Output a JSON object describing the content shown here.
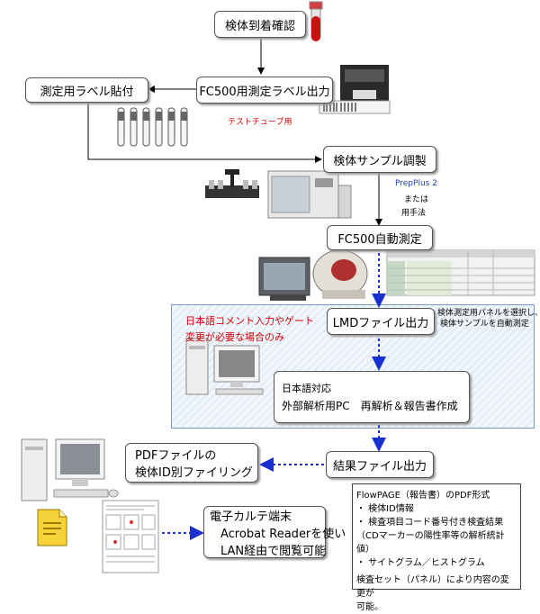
{
  "nodes": {
    "sample_arrival": "検体到着確認",
    "fc500_label_output": "FC500用測定ラベル出力",
    "label_attach": "測定用ラベル貼付",
    "sample_prep": "検体サンプル調製",
    "fc500_measure": "FC500自動測定",
    "lmd_output": "LMDファイル出力",
    "external_pc_line1": "日本語対応",
    "external_pc_line2": "外部解析用PC　再解析＆報告書作成",
    "result_output": "結果ファイル出力",
    "pdf_filing_line1": "PDFファイルの",
    "pdf_filing_line2": "検体ID別ファイリング",
    "ehr_line1": "電子カルテ端末",
    "ehr_line2": "Acrobat Readerを使い",
    "ehr_line3": "LAN経由で閲覧可能"
  },
  "annotations": {
    "test_tube": "テストチューブ用",
    "prepplus": "PrepPlus 2",
    "or": "または",
    "manual": "用手法",
    "panel_select_line1": "検体測定用パネルを選択し、",
    "panel_select_line2": "検体サンプルを自動測定",
    "japanese_comment_line1": "日本語コメント入力やゲート",
    "japanese_comment_line2": "変更が必要な場合のみ"
  },
  "flowpage": {
    "title": "FlowPAGE（報告書）のPDF形式",
    "items": [
      "・ 検体ID情報",
      "・ 検査項目コード番号付き検査結果",
      "（CDマーカーの陽性率等の解析統計値）",
      "・ サイトグラム／ヒストグラム"
    ],
    "footer_line1": "検査セット（パネル）により内容の変更が",
    "footer_line2": "可能。"
  },
  "colors": {
    "red": "#d40000",
    "blue": "#1a3fbf",
    "arrow_dotted": "#1a2fd0"
  }
}
